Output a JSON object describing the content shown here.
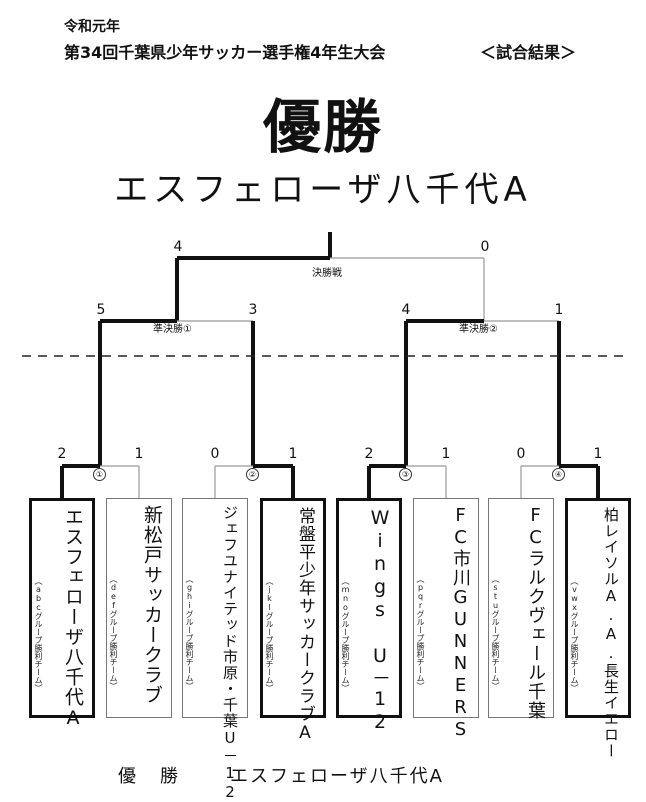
{
  "header": {
    "year": "令和元年",
    "title": "第34回千葉県少年サッカー選手権4年生大会",
    "result": "＜試合結果＞"
  },
  "champion": {
    "label": "優勝",
    "name": "エスフェローザ八千代A"
  },
  "final": {
    "label": "決勝戦",
    "score_left": "4",
    "score_right": "0"
  },
  "semifinals": [
    {
      "label": "準決勝①",
      "score_left": "5",
      "score_right": "3"
    },
    {
      "label": "準決勝②",
      "score_left": "4",
      "score_right": "1"
    }
  ],
  "first_round": [
    {
      "mark": "①",
      "score_left": "2",
      "score_right": "1"
    },
    {
      "mark": "②",
      "score_left": "0",
      "score_right": "1"
    },
    {
      "mark": "③",
      "score_left": "2",
      "score_right": "1"
    },
    {
      "mark": "④",
      "score_left": "0",
      "score_right": "1"
    }
  ],
  "teams": [
    {
      "name": "エスフェローザ八千代A",
      "sub": "（abcグループ勝利チーム）",
      "winner": true
    },
    {
      "name": "新松戸サッカークラブ",
      "sub": "（defグループ勝利チーム）",
      "winner": false
    },
    {
      "name": "ジェフユナイテッド市原・千葉U－12",
      "sub": "（ghiグループ勝利チーム）",
      "winner": false
    },
    {
      "name": "常盤平少年サッカークラブA",
      "sub": "（jklグループ勝利チーム）",
      "winner": true
    },
    {
      "name": "Wings U－12",
      "sub": "（mnoグループ勝利チーム）",
      "winner": true
    },
    {
      "name": "FC市川GUNNERS",
      "sub": "（pqrグループ勝利チーム）",
      "winner": false
    },
    {
      "name": "FCラルクヴェール千葉",
      "sub": "（stuグループ勝利チーム）",
      "winner": false
    },
    {
      "name": "柏レイソルA.A.長生イエロー",
      "sub": "（vwxグループ勝利チーム）",
      "winner": true
    }
  ],
  "footer": {
    "label": "優　勝",
    "name": "エスフェローザ八千代A"
  },
  "colors": {
    "win_line": "#111111",
    "lose_line": "#999999",
    "dashed": "#222222"
  }
}
